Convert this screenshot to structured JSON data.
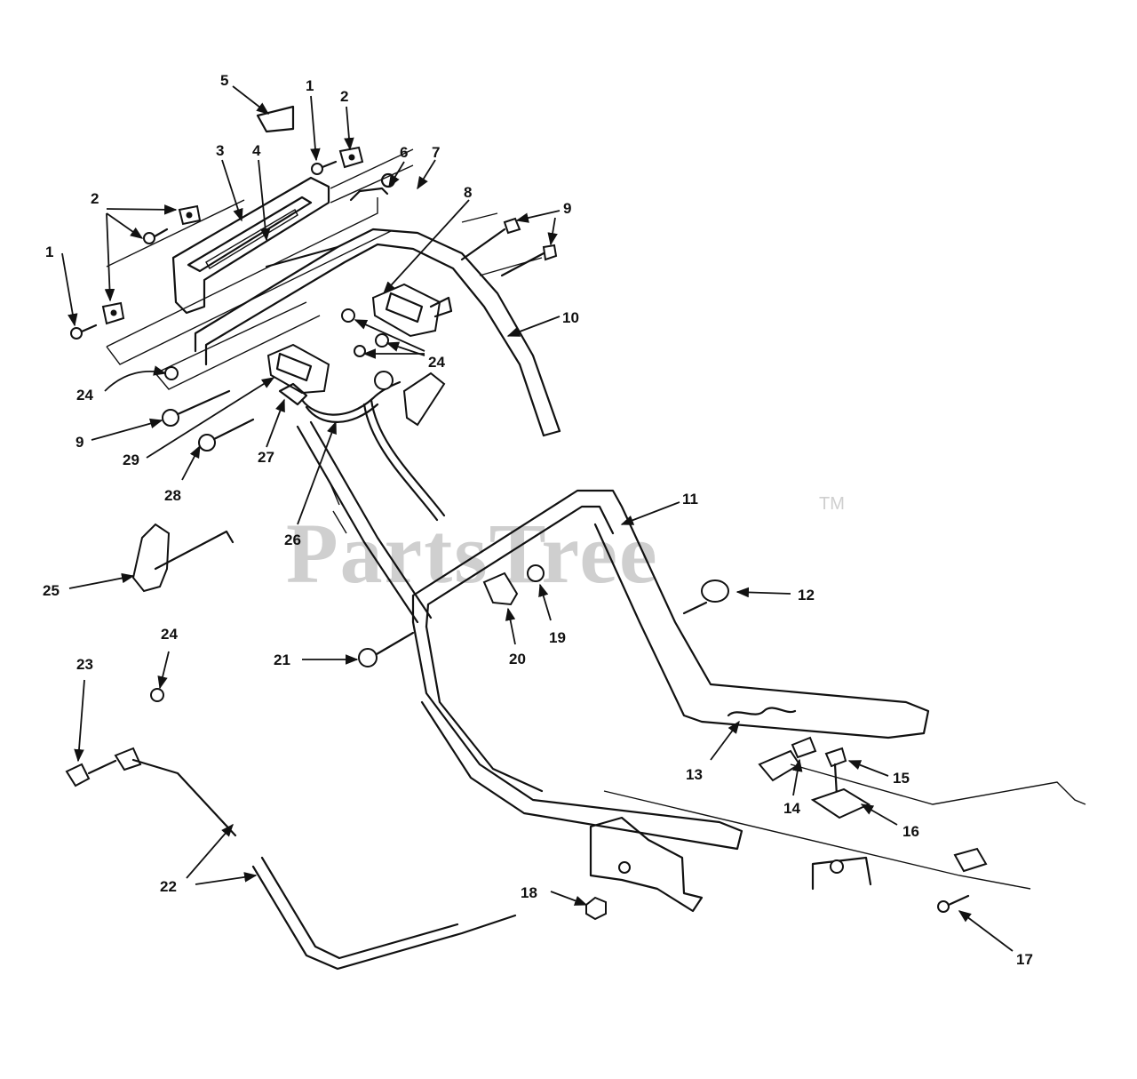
{
  "watermark": {
    "text": "PartsTree",
    "tm": "TM"
  },
  "callouts": [
    {
      "id": "c5",
      "label": "5"
    },
    {
      "id": "c1a",
      "label": "1"
    },
    {
      "id": "c2a",
      "label": "2"
    },
    {
      "id": "c3",
      "label": "3"
    },
    {
      "id": "c4",
      "label": "4"
    },
    {
      "id": "c6",
      "label": "6"
    },
    {
      "id": "c7",
      "label": "7"
    },
    {
      "id": "c8",
      "label": "8"
    },
    {
      "id": "c9a",
      "label": "9"
    },
    {
      "id": "c2b",
      "label": "2"
    },
    {
      "id": "c1b",
      "label": "1"
    },
    {
      "id": "c10",
      "label": "10"
    },
    {
      "id": "c24a",
      "label": "24"
    },
    {
      "id": "c24b",
      "label": "24"
    },
    {
      "id": "c9b",
      "label": "9"
    },
    {
      "id": "c29",
      "label": "29"
    },
    {
      "id": "c27",
      "label": "27"
    },
    {
      "id": "c28",
      "label": "28"
    },
    {
      "id": "c26",
      "label": "26"
    },
    {
      "id": "c11",
      "label": "11"
    },
    {
      "id": "c25",
      "label": "25"
    },
    {
      "id": "c12",
      "label": "12"
    },
    {
      "id": "c19",
      "label": "19"
    },
    {
      "id": "c20",
      "label": "20"
    },
    {
      "id": "c21",
      "label": "21"
    },
    {
      "id": "c24c",
      "label": "24"
    },
    {
      "id": "c23",
      "label": "23"
    },
    {
      "id": "c13",
      "label": "13"
    },
    {
      "id": "c15",
      "label": "15"
    },
    {
      "id": "c14",
      "label": "14"
    },
    {
      "id": "c16",
      "label": "16"
    },
    {
      "id": "c22",
      "label": "22"
    },
    {
      "id": "c18",
      "label": "18"
    },
    {
      "id": "c17",
      "label": "17"
    }
  ]
}
